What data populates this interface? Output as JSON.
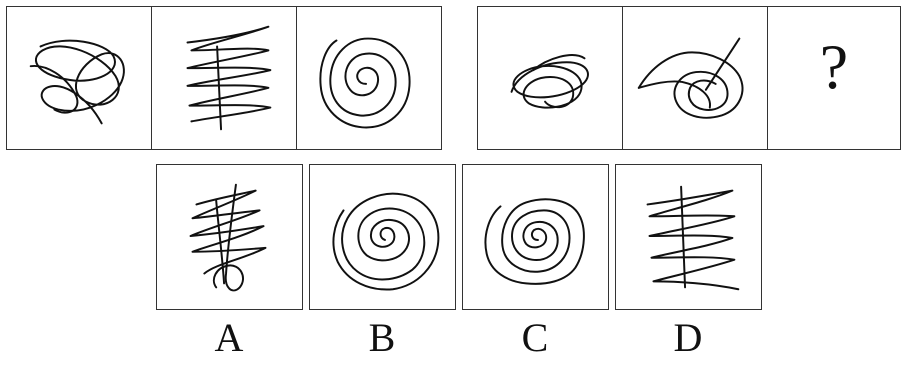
{
  "question": {
    "placeholder_symbol": "?"
  },
  "options": {
    "labels": [
      "A",
      "B",
      "C",
      "D"
    ]
  },
  "icons": {
    "series_one": [
      "tangled-loop-scribble-icon",
      "horizontal-zigzag-scribble-icon",
      "spiral-scribble-icon"
    ],
    "series_two": [
      "tangled-loop-scribble-icon",
      "swirl-scribble-icon",
      "question-mark"
    ],
    "choices": [
      "vertical-tangle-scribble-icon",
      "round-spiral-scribble-icon",
      "square-spiral-scribble-icon",
      "horizontal-zigzag-scribble-icon"
    ]
  }
}
